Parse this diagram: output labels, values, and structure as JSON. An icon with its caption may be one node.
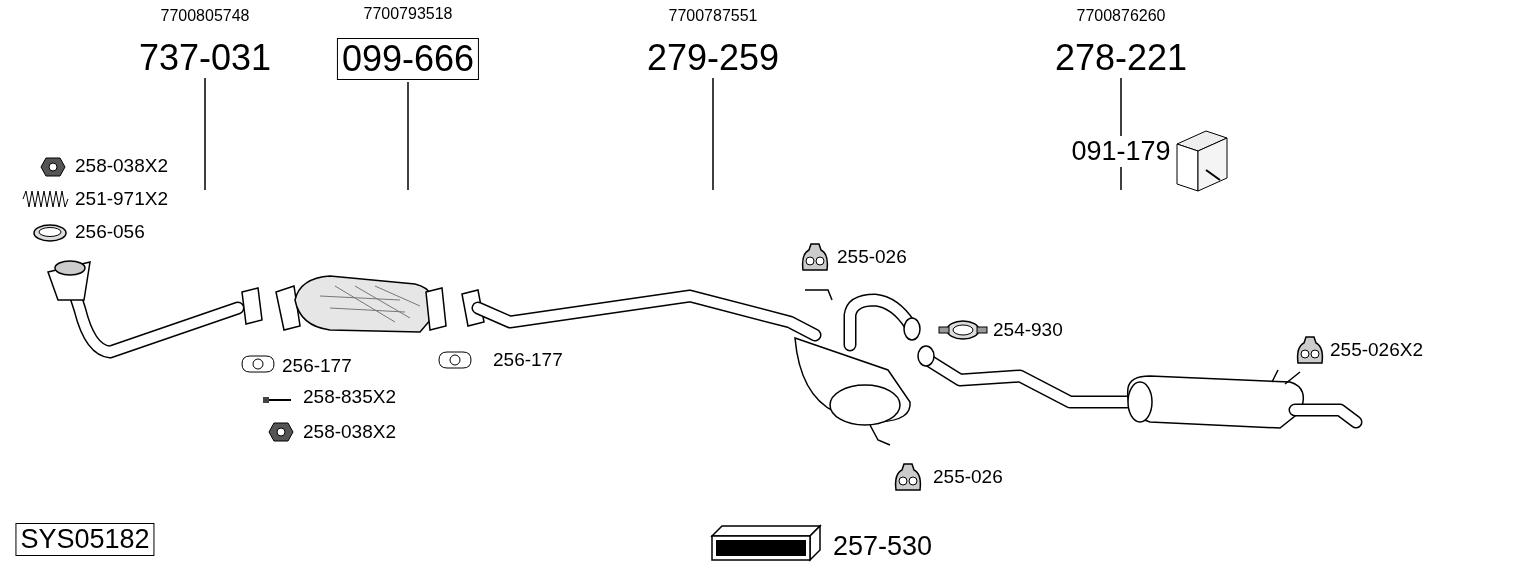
{
  "diagram": {
    "nodes": [
      {
        "text": [
          "737-031"
        ],
        "beside": [
          "7700805748"
        ]
      },
      {
        "text": [
          "099-666"
        ],
        "beside": [
          "7700793518"
        ]
      },
      {
        "text": [
          "279-259"
        ],
        "beside": [
          "7700787551"
        ]
      },
      {
        "text": [
          "278-221"
        ],
        "beside": [
          "7700876260"
        ]
      },
      {
        "text": [
          "091-179"
        ]
      },
      {
        "text": [
          "SYS05182"
        ]
      }
    ],
    "edges": [
      {
        "from": 0,
        "to": null,
        "arrow": "none"
      },
      {
        "from": 1,
        "to": null,
        "arrow": "none"
      },
      {
        "from": 2,
        "to": null,
        "arrow": "none"
      },
      {
        "from": 3,
        "to": 4,
        "arrow": "none"
      },
      {
        "from": 4,
        "to": null,
        "arrow": "none"
      }
    ],
    "labels": [
      "258-038X2",
      "251-971X2",
      "256-056",
      "256-177",
      "258-835X2",
      "258-038X2",
      "256-177",
      "255-026",
      "254-930",
      "255-026X2",
      "255-026",
      "257-530"
    ]
  }
}
